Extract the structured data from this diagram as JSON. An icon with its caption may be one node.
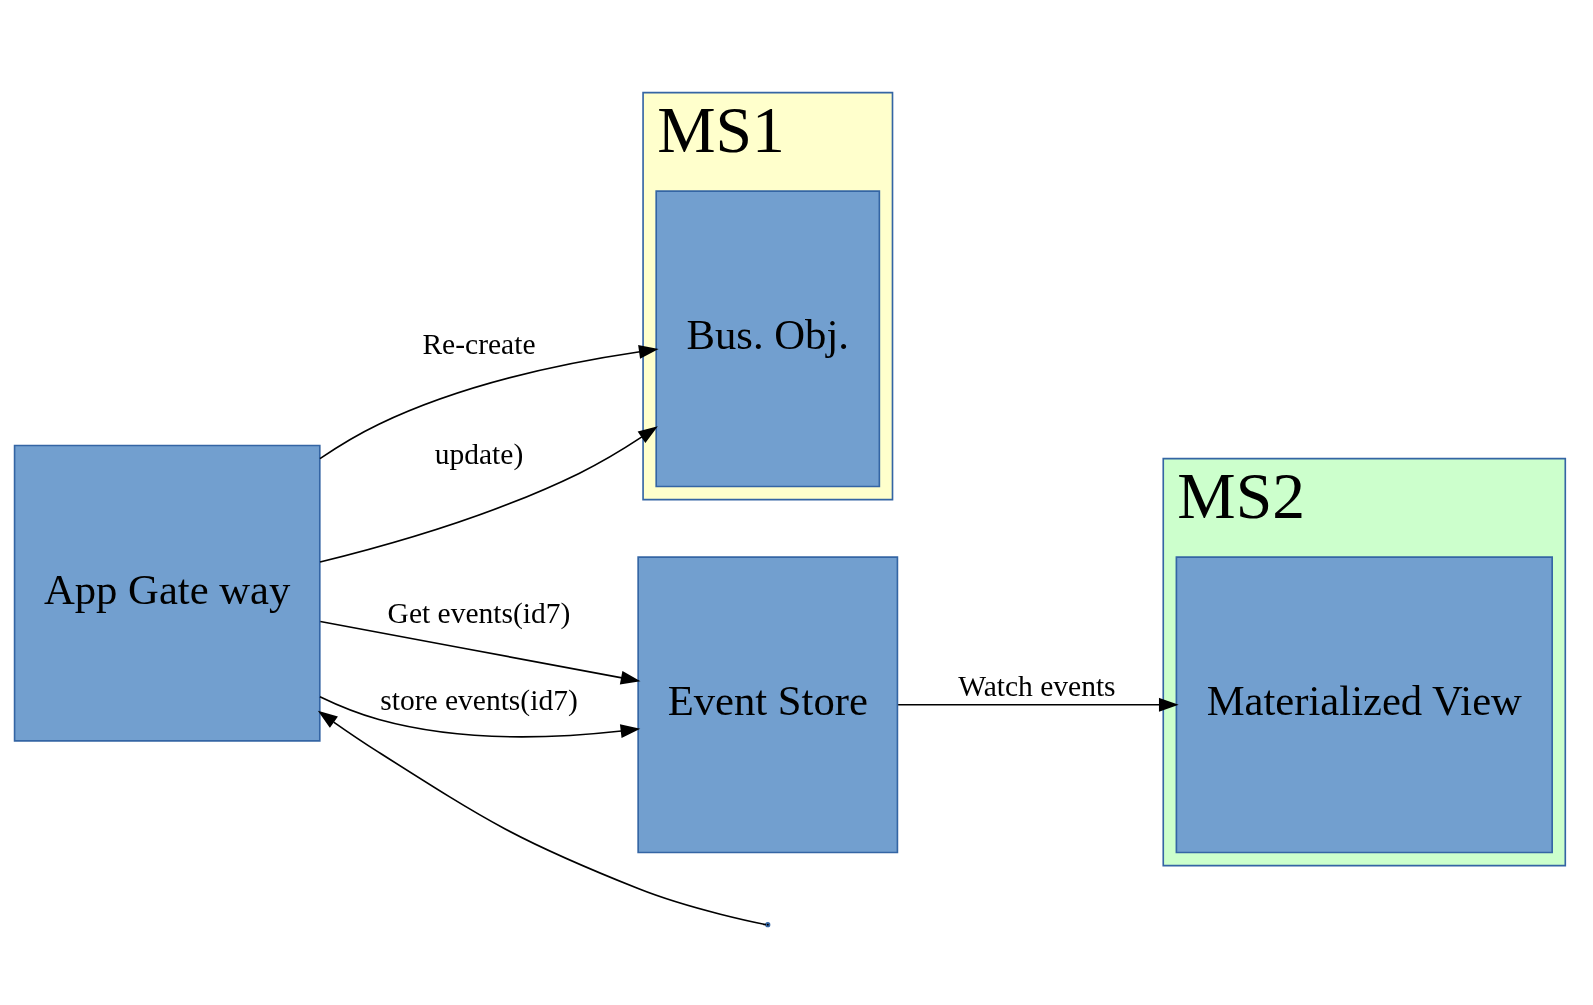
{
  "diagram": {
    "nodes": [
      {
        "text": [
          "MS1"
        ]
      },
      {
        "text": [
          "App Gate way"
        ]
      },
      {
        "text": [
          "Bus. Obj."
        ],
        "in": 0
      },
      {
        "text": [
          "Event Store"
        ]
      },
      {
        "text": [
          "MS2"
        ]
      },
      {
        "text": [
          "Materialized View"
        ],
        "in": 4
      }
    ],
    "edges": [
      {
        "from": 1,
        "to": 3,
        "arrow": "to",
        "label": "Get events(id7)"
      },
      {
        "from": null,
        "to": 1,
        "arrow": "to"
      },
      {
        "from": 1,
        "to": 2,
        "arrow": "to",
        "label": "Re-create"
      },
      {
        "from": 1,
        "to": 2,
        "arrow": "to",
        "label": "update)"
      },
      {
        "from": 1,
        "to": 3,
        "arrow": "to",
        "label": "store events(id7)"
      },
      {
        "from": 3,
        "to": 5,
        "arrow": "to",
        "label": "Watch events"
      }
    ]
  }
}
